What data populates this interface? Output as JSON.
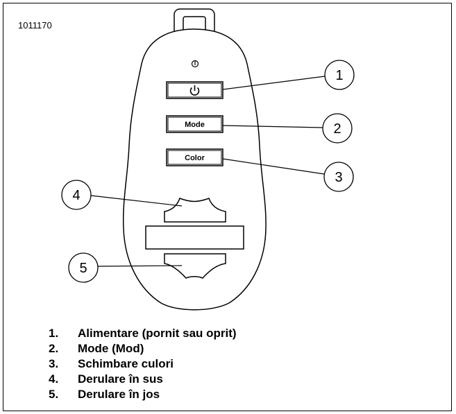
{
  "figure_id": "1011170",
  "buttons": {
    "mode_label": "Mode",
    "color_label": "Color"
  },
  "callouts": [
    "1",
    "2",
    "3",
    "4",
    "5"
  ],
  "legend": [
    {
      "num": "1.",
      "text": "Alimentare (pornit sau oprit)"
    },
    {
      "num": "2.",
      "text": "Mode (Mod)"
    },
    {
      "num": "3.",
      "text": "Schimbare culori"
    },
    {
      "num": "4.",
      "text": "Derulare în sus"
    },
    {
      "num": "5.",
      "text": "Derulare în jos"
    }
  ],
  "icons": {
    "power": "power-icon",
    "indicator": "led-indicator-icon"
  }
}
